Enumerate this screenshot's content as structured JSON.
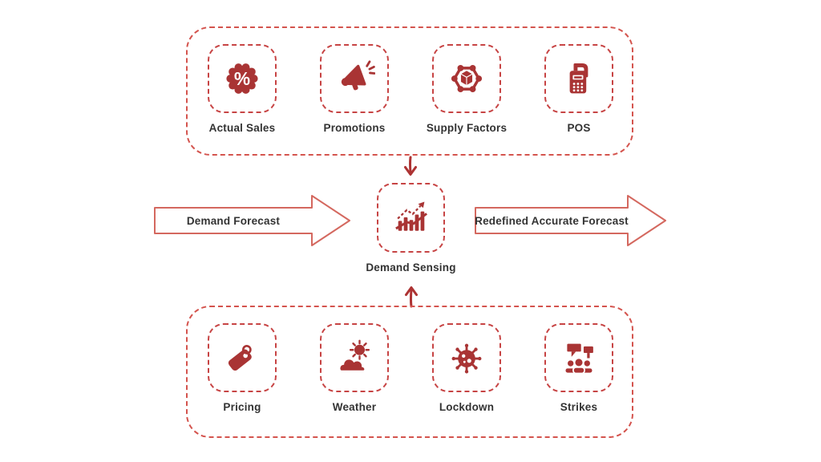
{
  "diagram_title": "Demand Sensing flow diagram",
  "colors": {
    "icon_red": "#a93434",
    "outer_dash": "#d4544e",
    "tile_dash": "#c74444",
    "arrow_outline": "#d4685f",
    "label_text": "#333333",
    "background": "#ffffff"
  },
  "top_group": {
    "items": [
      {
        "label": "Actual Sales",
        "icon": "discount-badge-icon"
      },
      {
        "label": "Promotions",
        "icon": "megaphone-icon"
      },
      {
        "label": "Supply Factors",
        "icon": "network-cube-icon"
      },
      {
        "label": "POS",
        "icon": "pos-terminal-icon"
      }
    ]
  },
  "center": {
    "left_arrow_label": "Demand Forecast",
    "node_label": "Demand Sensing",
    "node_icon": "trend-chart-icon",
    "right_arrow_label": "Redefined Accurate Forecast"
  },
  "bottom_group": {
    "items": [
      {
        "label": "Pricing",
        "icon": "price-tag-icon"
      },
      {
        "label": "Weather",
        "icon": "sun-cloud-icon"
      },
      {
        "label": "Lockdown",
        "icon": "virus-icon"
      },
      {
        "label": "Strikes",
        "icon": "protest-icon"
      }
    ]
  }
}
